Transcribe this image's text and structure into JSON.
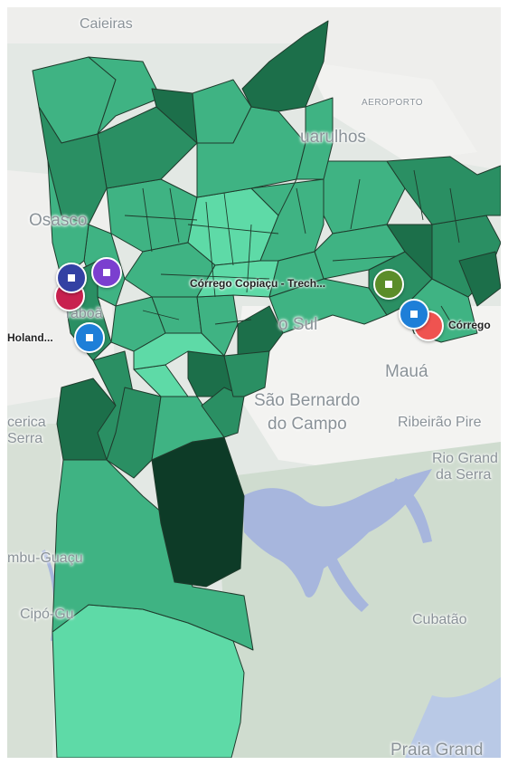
{
  "map": {
    "colors": {
      "background": "#e3e8e4",
      "urban": "#f1f1ef",
      "water": "#a7b6dd",
      "veg": "#cfdccf",
      "district_border": "#1f3b2c",
      "shade_1": "#5edaa7",
      "shade_2": "#3fb383",
      "shade_3": "#2a8f63",
      "shade_4": "#1c6f4a",
      "shade_5": "#0d3b27"
    },
    "place_labels": {
      "caieiras": "Caieiras",
      "aeroporto": "AEROPORTO",
      "guarulhos": "uarulhos",
      "osasco": "Osasco",
      "taboa": "Taboã",
      "sul": "o Sul",
      "maua": "Mauá",
      "sao_bernardo_1": "São Bernardo",
      "sao_bernardo_2": "do Campo",
      "ribeirao": "Ribeirão Pire",
      "rio_grande_1": "Rio Grand",
      "rio_grande_2": "da Serra",
      "cerica_1": "cerica",
      "cerica_2": "Serra",
      "embu": "mbu-Guaçu",
      "cipo": "Cipó-Gu",
      "cubatao": "Cubatão",
      "praia": "Praia Grand"
    },
    "marker_labels": {
      "copiacu": "Córrego Copiaçu - Trech...",
      "corrego": "Córrego",
      "holand": "Holand..."
    },
    "markers": [
      {
        "name": "marker-west-red",
        "color": "#c8214f"
      },
      {
        "name": "marker-west-navy",
        "color": "#3341a3"
      },
      {
        "name": "marker-west-purple",
        "color": "#7b3fcf"
      },
      {
        "name": "marker-west-blue",
        "color": "#1e7fd8"
      },
      {
        "name": "marker-east-green",
        "color": "#5b8d2a"
      },
      {
        "name": "marker-east-red",
        "color": "#ef5350"
      },
      {
        "name": "marker-east-blue",
        "color": "#1e7fd8"
      }
    ]
  }
}
